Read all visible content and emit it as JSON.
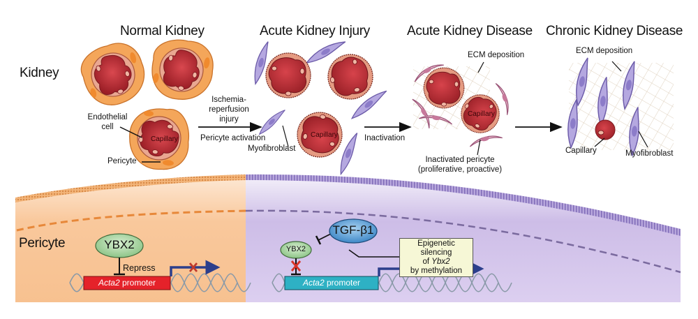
{
  "row_labels": {
    "kidney": "Kidney",
    "pericyte": "Pericyte"
  },
  "stages": [
    {
      "title": "Normal Kidney"
    },
    {
      "title": "Acute Kidney Injury"
    },
    {
      "title": "Acute Kidney Disease"
    },
    {
      "title": "Chronic Kidney Disease"
    }
  ],
  "normal": {
    "endothelial_label_1": "Endothelial",
    "endothelial_label_2": "cell",
    "capillary": "Capillary",
    "pericyte_label": "Pericyte"
  },
  "transition1": {
    "line1": "Ischemia-",
    "line2": "reperfusion",
    "line3": "injury",
    "below": "Pericyte activation"
  },
  "aki": {
    "capillary": "Capillary",
    "myofibroblast": "Myofibroblast"
  },
  "transition2": {
    "below": "Inactivation"
  },
  "akd": {
    "ecm": "ECM deposition",
    "capillary": "Capillary",
    "inactivated_1": "Inactivated pericyte",
    "inactivated_2": "(proliferative, proactive)"
  },
  "ckd": {
    "ecm": "ECM deposition",
    "capillary": "Capillary",
    "myofibroblast": "Myofibroblast"
  },
  "left_panel": {
    "protein": "YBX2",
    "repress": "Repress",
    "promoter_gene": "Acta2",
    "promoter_rest": " promoter"
  },
  "right_panel": {
    "signal": "TGF-β1",
    "protein": "YBX2",
    "promoter_gene": "Acta2",
    "promoter_rest": " promoter",
    "epi_line1": "Epigenetic silencing",
    "epi_line2_pre": "of ",
    "epi_line2_gene": "Ybx2",
    "epi_line3": "by methylation"
  },
  "colors": {
    "capillary": "#b3262e",
    "pericyte_orange": "#f2a24e",
    "myofibroblast": "#a99ad8",
    "orange_bg": "#f9c394",
    "purple_bg": "#d2c3ea",
    "red_promoter": "#e5222a",
    "teal_promoter": "#2eb1c4",
    "arrow_blue": "#2c3f8c",
    "ybx2_green": "#a9d5a0",
    "tgf_blue": "#5a9fd4"
  }
}
